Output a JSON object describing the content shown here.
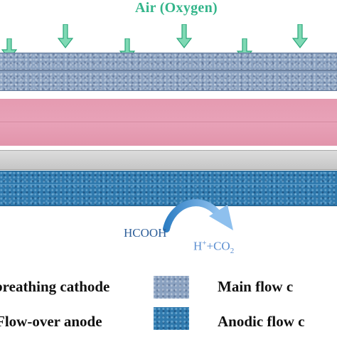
{
  "air_label": "Air (Oxygen)",
  "reaction": {
    "reactant": "HCOOH",
    "product_h": "H",
    "product_h_charge": "+",
    "product_plus": "+CO",
    "product_co2_subscript": "2"
  },
  "legend": {
    "cathode_label": "breathing cathode",
    "anode_label": "Flow-over anode",
    "main_channel_label": "Main flow c",
    "anodic_channel_label": "Anodic flow c"
  },
  "colors": {
    "air_arrow": "#33b58a",
    "cathode": "#8aa1c0",
    "main_channel": "#e8a2b8",
    "separator": "#cfcfcf",
    "anode": "#2f79ad",
    "reaction_arrow": "#4a8fd4"
  }
}
